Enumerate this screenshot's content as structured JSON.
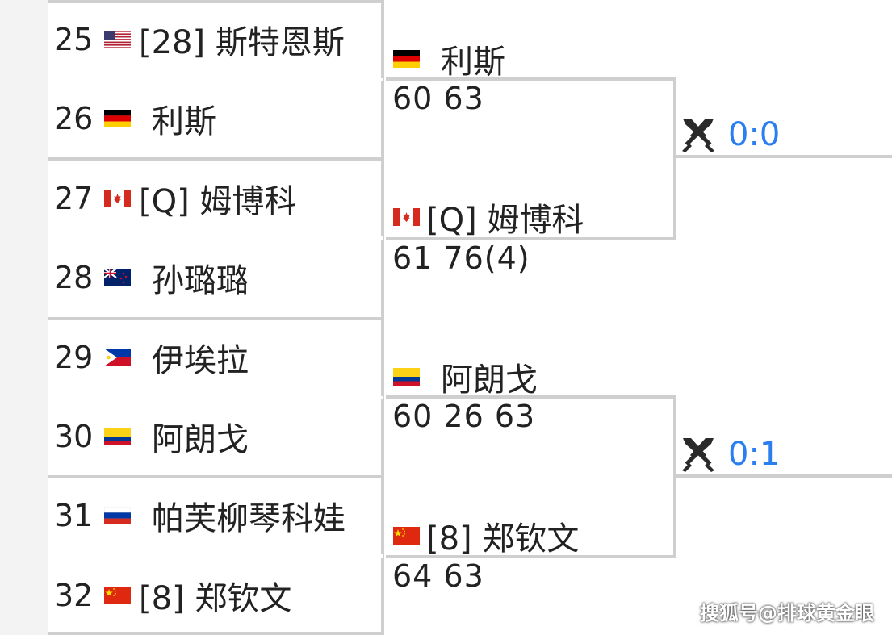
{
  "round1": [
    {
      "seed": "25",
      "flag": "flag-usa-icon",
      "name": "[28] 斯特恩斯"
    },
    {
      "seed": "26",
      "flag": "flag-germany-icon",
      "name": "利斯"
    },
    {
      "seed": "27",
      "flag": "flag-canada-icon",
      "name": "[Q] 姆博科"
    },
    {
      "seed": "28",
      "flag": "flag-new-zealand-icon",
      "name": "孙璐璐"
    },
    {
      "seed": "29",
      "flag": "flag-philippines-icon",
      "name": "伊埃拉"
    },
    {
      "seed": "30",
      "flag": "flag-colombia-icon",
      "name": "阿朗戈"
    },
    {
      "seed": "31",
      "flag": "flag-russia-icon",
      "name": "帕芙柳琴科娃"
    },
    {
      "seed": "32",
      "flag": "flag-china-icon",
      "name": "[8] 郑钦文"
    }
  ],
  "round2": [
    {
      "top": {
        "flag": "flag-germany-icon",
        "name": "利斯",
        "score": "60 63"
      },
      "bottom": {
        "flag": "flag-canada-icon",
        "name": "[Q] 姆博科",
        "score": "61 76(4)"
      }
    },
    {
      "top": {
        "flag": "flag-colombia-icon",
        "name": "阿朗戈",
        "score": "60 26 63"
      },
      "bottom": {
        "flag": "flag-china-icon",
        "name": "[8] 郑钦文",
        "score": "64 63"
      }
    }
  ],
  "round3": [
    {
      "icon": "crossed-swords-icon",
      "score": "0:0"
    },
    {
      "icon": "crossed-swords-icon",
      "score": "0:1"
    }
  ],
  "colors": {
    "bracket_line": "#cfcfcf",
    "match_score": "#2b7ef0"
  },
  "watermark": "搜狐号@排球黄金眼"
}
